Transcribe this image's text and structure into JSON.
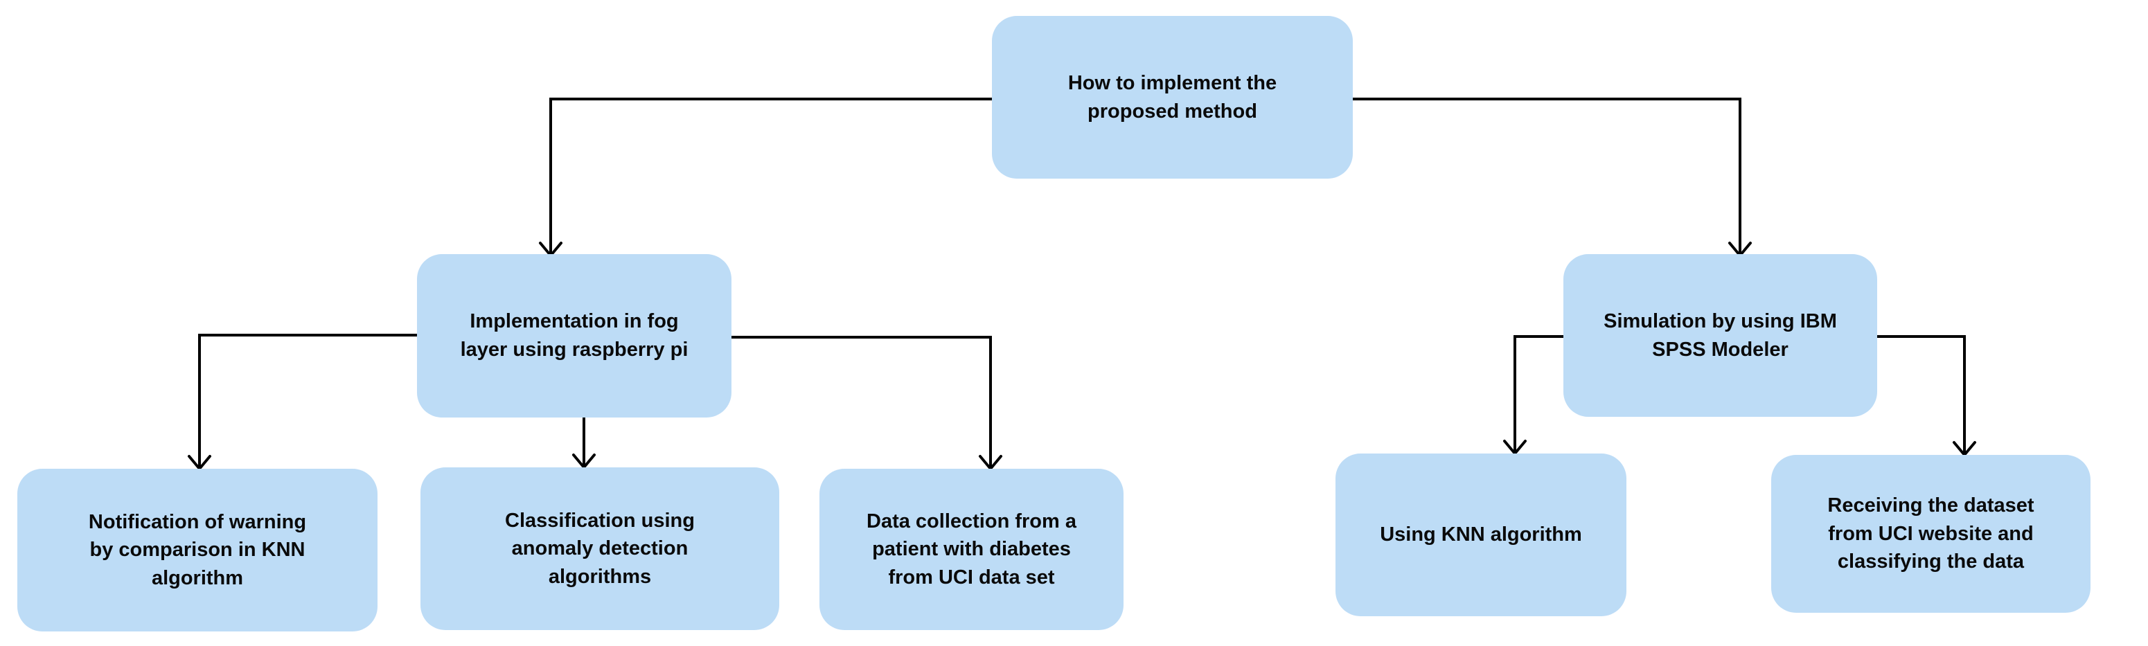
{
  "diagram": {
    "type": "flowchart",
    "colors": {
      "node_fill": "#bddcf6",
      "edge": "#000000",
      "text": "#0a0a0a",
      "background": "#ffffff"
    },
    "nodes": {
      "root": {
        "label": "How to implement the\nproposed method"
      },
      "fog_implementation": {
        "label": "Implementation in fog\nlayer using raspberry pi"
      },
      "spss_simulation": {
        "label": "Simulation by using IBM\nSPSS Modeler"
      },
      "knn_warning": {
        "label": "Notification of warning\nby comparison in KNN\nalgorithm"
      },
      "anomaly_classification": {
        "label": "Classification using\nanomaly detection\nalgorithms"
      },
      "uci_data_collection": {
        "label": "Data collection from a\npatient with diabetes\nfrom UCI data set"
      },
      "using_knn": {
        "label": "Using KNN algorithm"
      },
      "receiving_dataset": {
        "label": "Receiving the dataset\nfrom UCI website and\nclassifying the data"
      }
    },
    "edges": [
      {
        "from": "root",
        "to": "fog_implementation"
      },
      {
        "from": "root",
        "to": "spss_simulation"
      },
      {
        "from": "fog_implementation",
        "to": "knn_warning"
      },
      {
        "from": "fog_implementation",
        "to": "anomaly_classification"
      },
      {
        "from": "fog_implementation",
        "to": "uci_data_collection"
      },
      {
        "from": "spss_simulation",
        "to": "using_knn"
      },
      {
        "from": "spss_simulation",
        "to": "receiving_dataset"
      }
    ]
  }
}
